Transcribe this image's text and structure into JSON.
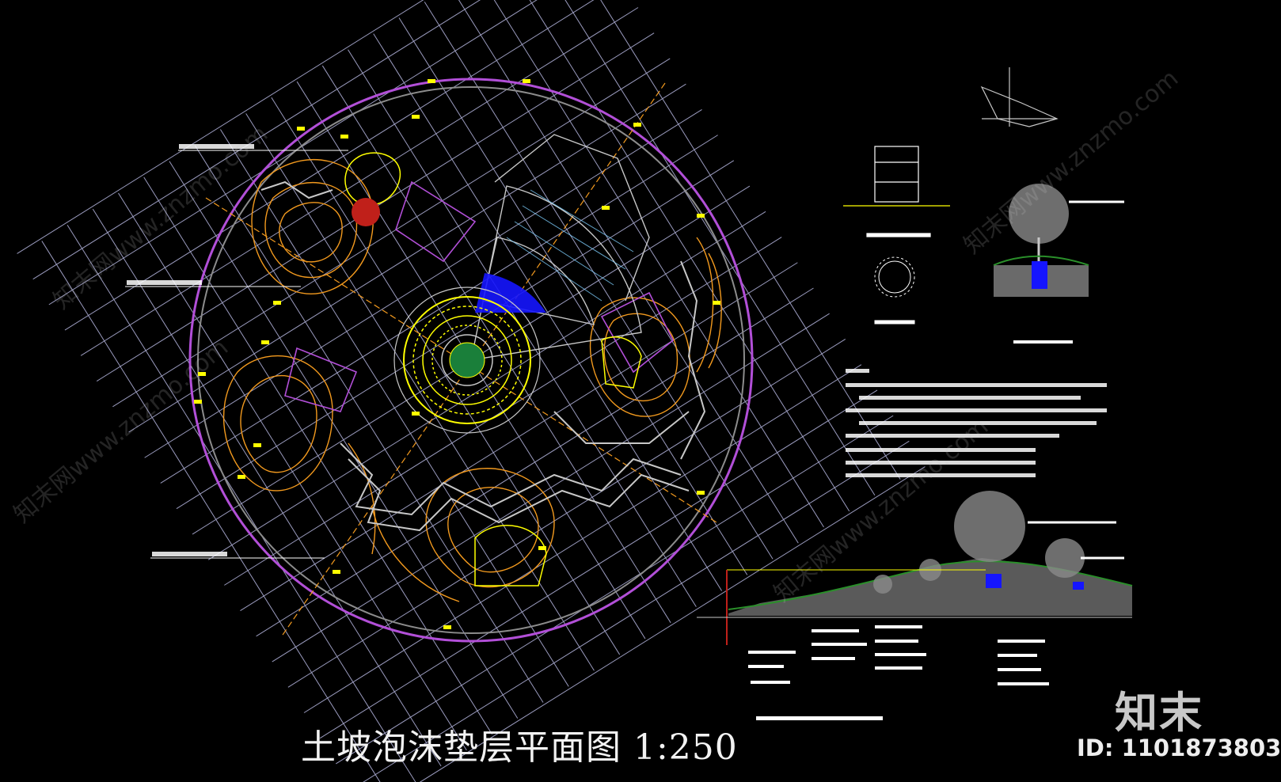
{
  "drawing": {
    "title": "土坡泡沫垫层平面图  1:250",
    "background": "#000000"
  },
  "branding": {
    "logo_text": "知末",
    "id_text": "ID: 1101873803",
    "watermark": "知末网www.znzmo.com"
  },
  "colors": {
    "grid": "#cfd0ff",
    "boundary": "#b24fd8",
    "contour": "#f39a1e",
    "paving": "#ffff00",
    "paths": "#c8c8c8",
    "water": "#1515ff",
    "accent_red": "#c0201a",
    "text_bars": "#ffffff",
    "ground": "#2a8f2a"
  }
}
